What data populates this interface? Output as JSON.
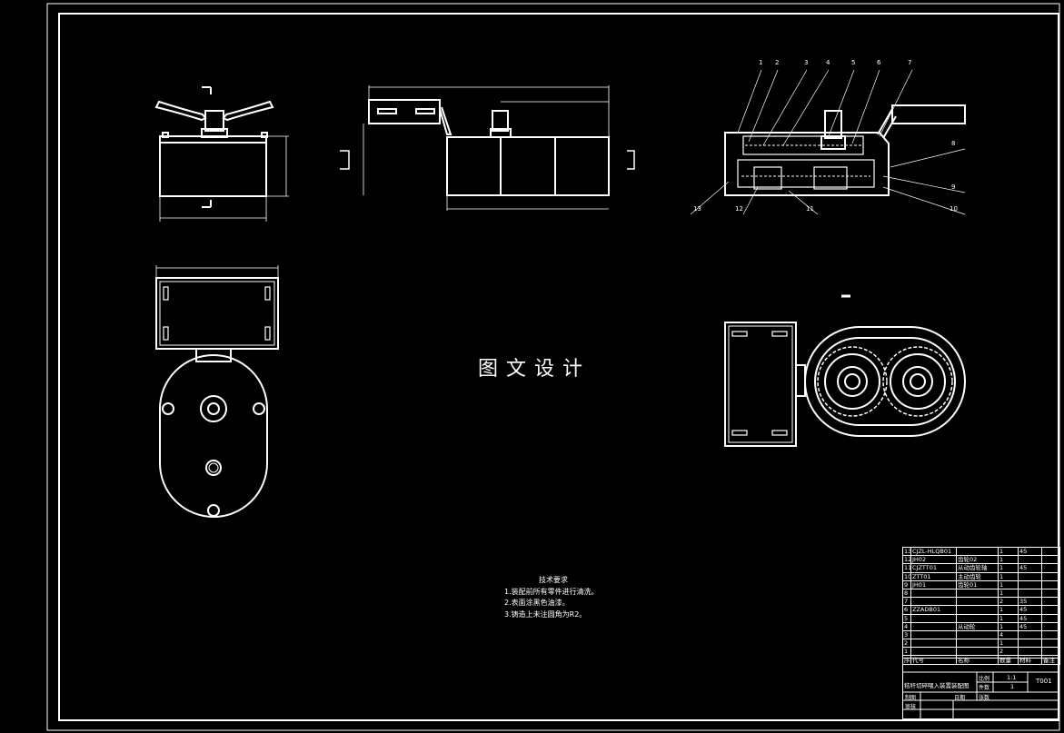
{
  "watermark": "图文设计",
  "tech_notes": {
    "heading": "技术要求",
    "items": [
      "1.装配前所有零件进行清洗。",
      "2.表面涂黑色油漆。",
      "3.铸造上未注圆角为R2。"
    ]
  },
  "balloons": [
    "1",
    "2",
    "3",
    "4",
    "5",
    "6",
    "7",
    "8",
    "9",
    "10",
    "11",
    "12",
    "13"
  ],
  "bom": [
    {
      "no": "13",
      "code": "CJZL-HLQB01",
      "name": "",
      "qty": "1",
      "mat": "45",
      "note": ""
    },
    {
      "no": "12",
      "code": "JH02",
      "name": "齿轮02",
      "qty": "1",
      "mat": "",
      "note": ""
    },
    {
      "no": "11",
      "code": "CJZTT01",
      "name": "从动齿轮轴",
      "qty": "1",
      "mat": "45",
      "note": ""
    },
    {
      "no": "10",
      "code": "ZTT01",
      "name": "主动齿轮",
      "qty": "1",
      "mat": "",
      "note": ""
    },
    {
      "no": "9",
      "code": "JH01",
      "name": "齿轮01",
      "qty": "1",
      "mat": "",
      "note": ""
    },
    {
      "no": "8",
      "code": "",
      "name": "",
      "qty": "1",
      "mat": "",
      "note": ""
    },
    {
      "no": "7",
      "code": "",
      "name": "",
      "qty": "2",
      "mat": "35",
      "note": ""
    },
    {
      "no": "6",
      "code": "ZZADB01",
      "name": "",
      "qty": "1",
      "mat": "45",
      "note": ""
    },
    {
      "no": "5",
      "code": "",
      "name": "",
      "qty": "1",
      "mat": "45",
      "note": ""
    },
    {
      "no": "4",
      "code": "",
      "name": "从动轮",
      "qty": "1",
      "mat": "45",
      "note": ""
    },
    {
      "no": "3",
      "code": "",
      "name": "",
      "qty": "4",
      "mat": "",
      "note": ""
    },
    {
      "no": "2",
      "code": "",
      "name": "",
      "qty": "1",
      "mat": "",
      "note": ""
    },
    {
      "no": "1",
      "code": "",
      "name": "",
      "qty": "2",
      "mat": "",
      "note": ""
    }
  ],
  "bom_header": {
    "no": "序号",
    "code": "代号",
    "name": "名称",
    "qty": "数量",
    "mat": "材料",
    "note": "备注"
  },
  "title_block": {
    "title": "秸秆切碎喂入装置装配图",
    "scale_label": "比例",
    "scale": "1:1",
    "qty_label": "件数",
    "qty": "1",
    "drawing_no": "T001",
    "sheet_label": "张数",
    "designer_label": "制图",
    "checker_label": "审核",
    "date_label": "日期"
  },
  "colors": {
    "background": "#000000",
    "lines": "#ffffff"
  }
}
